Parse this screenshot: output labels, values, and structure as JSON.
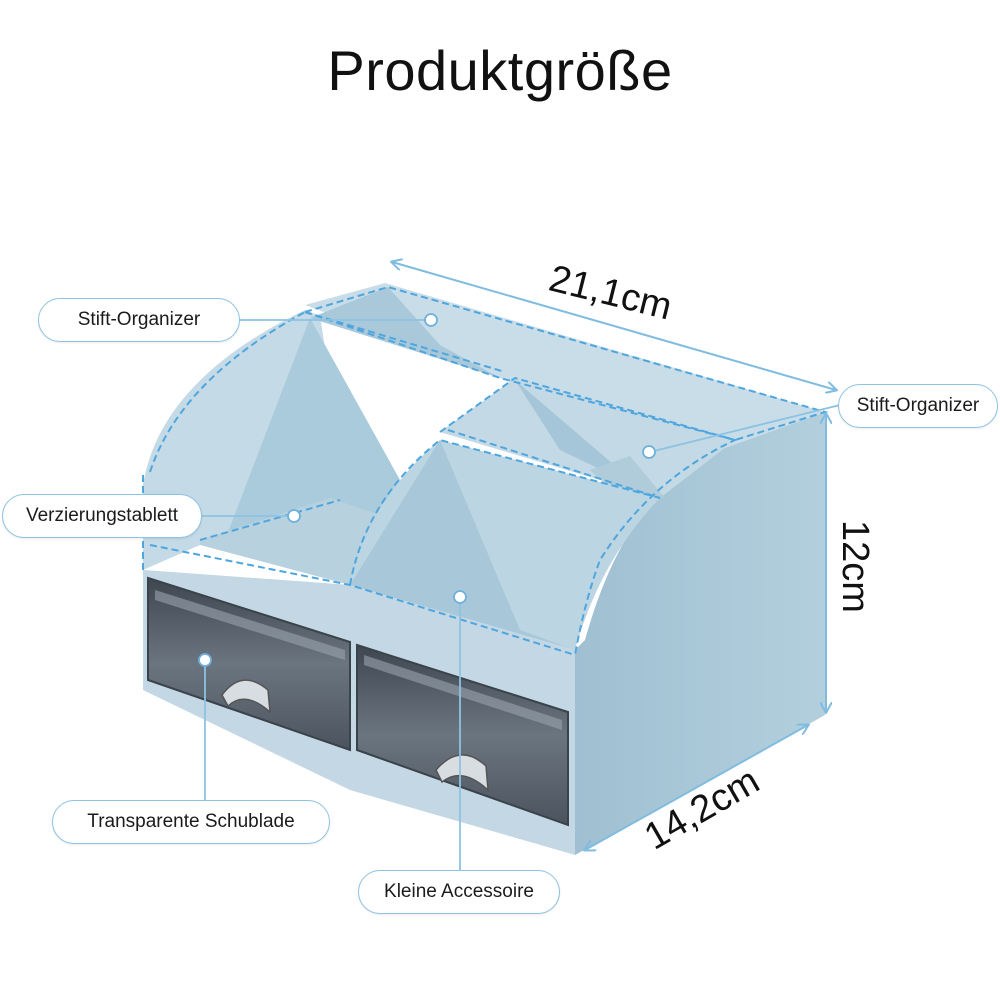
{
  "title": "Produktgröße",
  "callouts": {
    "stift_left": "Stift-Organizer",
    "stift_right": "Stift-Organizer",
    "tablett": "Verzierungstablett",
    "schublade": "Transparente Schublade",
    "accessoire": "Kleine Accessoire"
  },
  "dimensions": {
    "width": "21,1cm",
    "height": "12cm",
    "depth": "14,2cm"
  },
  "colors": {
    "product": "#b9d4e2",
    "line": "#5aaee0",
    "drawer": "#5a6470"
  }
}
